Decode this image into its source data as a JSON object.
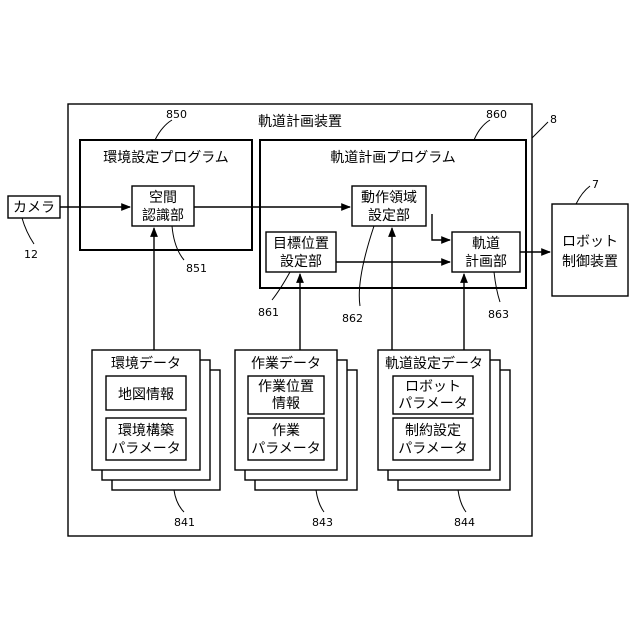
{
  "outer": {
    "title": "軌道計画装置",
    "ref": "8"
  },
  "env_program": {
    "title": "環境設定プログラム",
    "ref": "850"
  },
  "space_recognition": {
    "line1": "空間",
    "line2": "認識部",
    "ref": "851"
  },
  "traj_program": {
    "title": "軌道計画プログラム",
    "ref": "860"
  },
  "motion_area": {
    "line1": "動作領域",
    "line2": "設定部",
    "ref": "862"
  },
  "target_position": {
    "line1": "目標位置",
    "line2": "設定部",
    "ref": "861"
  },
  "traj_planner": {
    "line1": "軌道",
    "line2": "計画部",
    "ref": "863"
  },
  "camera": {
    "label": "カメラ",
    "ref": "12"
  },
  "robot_controller": {
    "line1": "ロボット",
    "line2": "制御装置",
    "ref": "7"
  },
  "env_data": {
    "title": "環境データ",
    "item1": "地図情報",
    "item2_line1": "環境構築",
    "item2_line2": "パラメータ",
    "ref": "841"
  },
  "work_data": {
    "title": "作業データ",
    "item1_line1": "作業位置",
    "item1_line2": "情報",
    "item2_line1": "作業",
    "item2_line2": "パラメータ",
    "ref": "843"
  },
  "traj_settings": {
    "title": "軌道設定データ",
    "item1_line1": "ロボット",
    "item1_line2": "パラメータ",
    "item2_line1": "制約設定",
    "item2_line2": "パラメータ",
    "ref": "844"
  }
}
